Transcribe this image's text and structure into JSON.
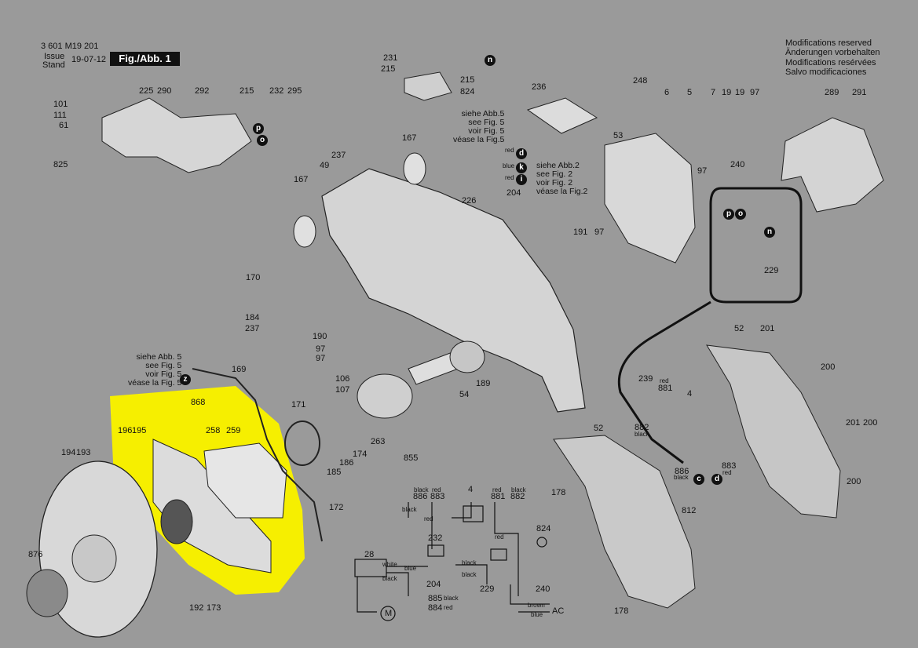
{
  "header": {
    "doc_number": "3 601 M19 201",
    "issue_label": "Issue",
    "stand_label": "Stand",
    "issue_date": "19-07-12",
    "fig_label": "Fig./Abb. 1"
  },
  "modifications": [
    "Modifications reserved",
    "Änderungen vorbehalten",
    "Modifications resérvées",
    "Salvo modificaciones"
  ],
  "notes": {
    "see_fig5_top": "siehe Abb.5\nsee Fig. 5\nvoir Fig. 5\nvéase la Fig.5",
    "see_fig2": "siehe Abb.2\nsee Fig. 2\nvoir Fig. 2\nvéase la Fig.2",
    "see_fig5_left": "siehe Abb. 5\nsee Fig. 5\nvoir Fig. 5\nvéase la Fig. 5"
  },
  "connectors": {
    "n": "n",
    "p": "p",
    "o": "o",
    "d": "d",
    "k": "k",
    "i": "i",
    "c": "c",
    "z": "z"
  },
  "wires": {
    "red": "red",
    "blue": "blue",
    "black": "black",
    "white": "white",
    "brown": "brown",
    "ac": "AC",
    "motor": "M"
  },
  "parts": {
    "p231": "231",
    "p215": "215",
    "p215b": "215",
    "p824": "824",
    "p236": "236",
    "p248": "248",
    "p6": "6",
    "p5": "5",
    "p7": "7",
    "p19a": "19",
    "p19b": "19",
    "p97a": "97",
    "p289": "289",
    "p291": "291",
    "p101": "101",
    "p111": "111",
    "p61": "61",
    "p225": "225",
    "p290": "290",
    "p292": "292",
    "p215c": "215",
    "p232": "232",
    "p295": "295",
    "p825": "825",
    "p167a": "167",
    "p237a": "237",
    "p49": "49",
    "p167b": "167",
    "p226": "226",
    "p204": "204",
    "p53": "53",
    "p97b": "97",
    "p240": "240",
    "p191": "191",
    "p97c": "97",
    "p229": "229",
    "p170": "170",
    "p184": "184",
    "p237b": "237",
    "p190": "190",
    "p97d": "97",
    "p97e": "97",
    "p52a": "52",
    "p201a": "201",
    "p200a": "200",
    "p169": "169",
    "p106": "106",
    "p107": "107",
    "p189": "189",
    "p54": "54",
    "p171": "171",
    "p868": "868",
    "p196": "196",
    "p195": "195",
    "p258": "258",
    "p259": "259",
    "p186": "186",
    "p174": "174",
    "p263": "263",
    "p185": "185",
    "p855": "855",
    "p194": "194",
    "p193": "193",
    "p172": "172",
    "p239": "239",
    "p881": "881",
    "p4": "4",
    "p882": "882",
    "p886": "886",
    "p883": "883",
    "p52b": "52",
    "p178a": "178",
    "p812": "812",
    "p201b": "201",
    "p200b": "200",
    "p200c": "200",
    "p876": "876",
    "p192": "192",
    "p173": "173",
    "p178b": "178",
    "s886": "886",
    "s883": "883",
    "s4": "4",
    "s881": "881",
    "s882": "882",
    "s824": "824",
    "s232": "232",
    "s28": "28",
    "s204": "204",
    "s229": "229",
    "s240": "240",
    "s885": "885",
    "s884": "884"
  }
}
